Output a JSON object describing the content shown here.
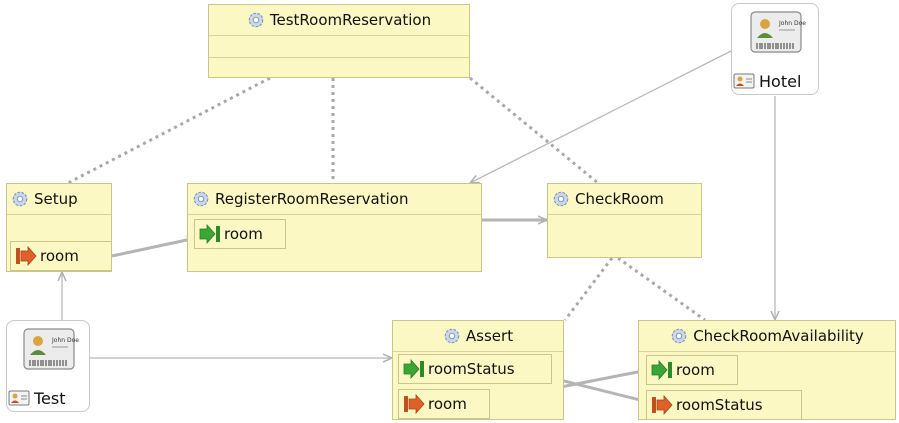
{
  "components": {
    "test_room_reservation": "TestRoomReservation",
    "setup": "Setup",
    "register_room_reservation": "RegisterRoomReservation",
    "check_room": "CheckRoom",
    "assert": "Assert",
    "check_room_availability": "CheckRoomAvailability"
  },
  "ports": {
    "setup_out": "room",
    "register_in": "room",
    "assert_in": "roomStatus",
    "assert_out": "room",
    "availability_in": "room",
    "availability_out": "roomStatus"
  },
  "actors": {
    "hotel": "Hotel",
    "test": "Test",
    "badge_text": "John Doe"
  },
  "colors": {
    "node_fill": "#fbf8c4",
    "node_border": "#c9c68a",
    "in_arrow": "#3aa635",
    "out_arrow": "#e0602a",
    "edge": "#b4b4b4",
    "dotted_edge": "#a8a8a8"
  }
}
